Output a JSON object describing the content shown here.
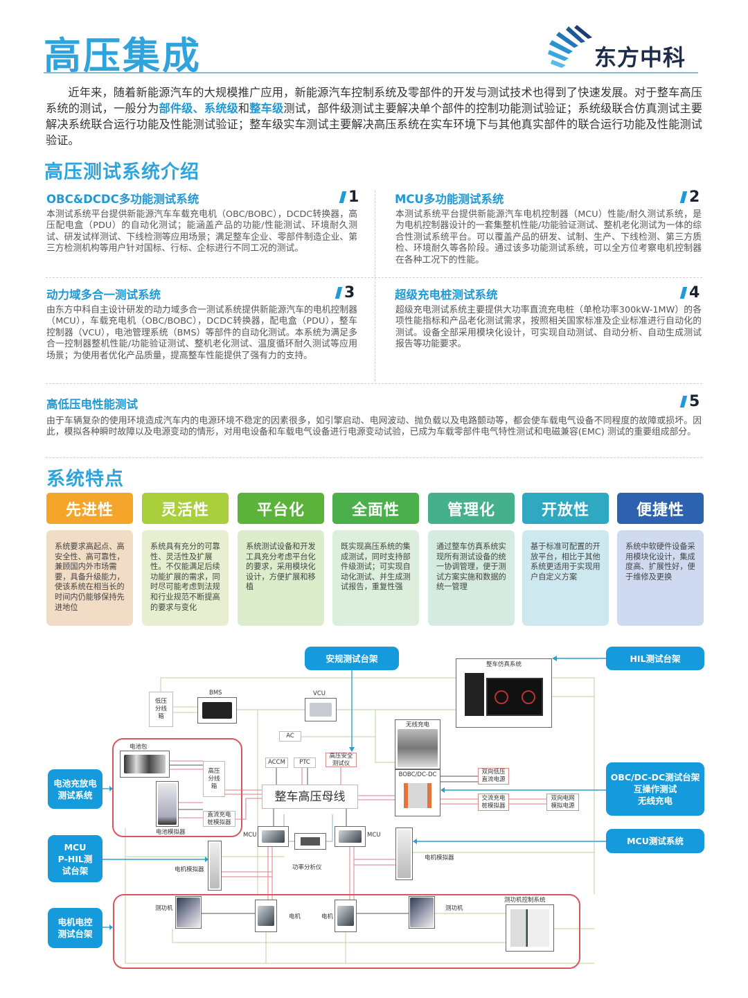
{
  "header": {
    "title": "高压集成",
    "brand": "东方中科"
  },
  "intro": {
    "p1": "近年来，随着新能源汽车的大规模推广应用，新能源汽车控制系统及零部件的开发与测试技术也得到了快速发展。对于整车高压系统的测试，一般分为",
    "hl1": "部件级、系统级",
    "mid": "和",
    "hl2": "整车级",
    "p2": "测试，部件级测试主要解决单个部件的控制功能测试验证；系统级联合仿真测试主要解决系统联合运行功能及性能测试验证；整车级实车测试主要解决高压系统在实车环境下与其他真实部件的联合运行功能及性能测试验证。"
  },
  "systems": {
    "heading": "高压测试系统介绍",
    "items": [
      {
        "title": "OBC&DCDC多功能测试系统",
        "num": "1",
        "body": "本测试系统平台提供新能源汽车车载充电机（OBC/BOBC），DCDC转换器，高压配电盒（PDU）的自动化测试；能涵盖产品的功能/性能测试、环境耐久测试、研发试样测试、下线检测等应用场景；满足整车企业、零部件制造企业、第三方检测机构等用户针对国标、行标、企标进行不同工况的测试。"
      },
      {
        "title": "MCU多功能测试系统",
        "num": "2",
        "body": "本测试系统平台提供新能源汽车电机控制器（MCU）性能/耐久测试系统，是为电机控制器设计的一套集整机性能/功能验证测试、整机老化测试为一体的综合性测试系统平台。可以覆盖产品的研发、试制、生产、下线检测、第三方质检、环境耐久等各阶段。通过该多功能测试系统，可以全方位考察电机控制器在各种工况下的性能。"
      },
      {
        "title": "动力域多合一测试系统",
        "num": "3",
        "body": "由东方中科自主设计研发的动力域多合一测试系统提供新能源汽车的电机控制器（MCU），车载充电机（OBC/BOBC），DCDC转换器，配电盒（PDU），整车控制器（VCU），电池管理系统（BMS）等部件的自动化测试。本系统为满足多合一控制器整机性能/功能验证测试、整机老化测试、温度循环耐久测试等应用场景；为使用者优化产品质量，提高整车性能提供了强有力的支持。"
      },
      {
        "title": "超级充电桩测试系统",
        "num": "4",
        "body": "超级充电测试系统主要提供大功率直流充电桩（单枪功率300kW-1MW）的各项性能指标和产品老化测试需求，按照相关国家标准及企业标准进行自动化的测试。设备全部采用模块化设计，可实现自动测试、自动分析、自动生成测试报告等功能要求。"
      },
      {
        "title": "高低压电性能测试",
        "num": "5",
        "body": "由于车辆复杂的使用环境造成汽车内的电源环境不稳定的因素很多，如引擎启动、电网波动、抛负载以及电路颤动等，都会使车载电气设备不同程度的故障或损坏。因此，模拟各种瞬时故障以及电源变动的情形，对用电设备和车载电气设备进行电源变动试验，已成为车载零部件电气特性测试和电磁兼容(EMC) 测试的重要组成部分。"
      }
    ]
  },
  "features": {
    "heading": "系统特点",
    "items": [
      {
        "title": "先进性",
        "body": "系统要求高起点、高安全性、高可靠性，兼顾国内外市场需要，具备升级能力，使该系统在相当长的时间内仍能够保持先进地位",
        "color": "#f4a62a",
        "bg": "#f1dcc6"
      },
      {
        "title": "灵活性",
        "body": "系统具有充分的可靠性、灵活性及扩展性。不仅能满足后续功能扩展的需求，同时尽可能考虑到法规和行业规范不断提高的要求与变化",
        "color": "#a9cf3c",
        "bg": "#e7efd0"
      },
      {
        "title": "平台化",
        "body": "系统测试设备和开发工具充分考虑平台化的要求，采用模块化设计，方便扩展和移植",
        "color": "#5cb33b",
        "bg": "#dcedcc"
      },
      {
        "title": "全面性",
        "body": "既实现高压系统的集成测试，同时支持部件级测试；可实现自动化测试、并生成测试报告，重复性强",
        "color": "#4bb04c",
        "bg": "#dcefdc"
      },
      {
        "title": "管理化",
        "body": "通过整车仿真系统实现所有测试设备的统一协调管理，便于测试方案实施和数据的统一管理",
        "color": "#45b08c",
        "bg": "#d5ebe1"
      },
      {
        "title": "开放性",
        "body": "基于标准可配置的开放平台，相比于其他系统更适用于实现用户自定义方案",
        "color": "#2fa8c2",
        "bg": "#cde8ee"
      },
      {
        "title": "便捷性",
        "body": "系统中软硬件设备采用模块化设计，集成度高、扩展性好，便于维修及更换",
        "color": "#2d62ae",
        "bg": "#cfd9ef"
      }
    ]
  },
  "diagram": {
    "pills": {
      "safety": "安规测试台架",
      "hil": "HIL测试台架",
      "obc": [
        "OBC/DC-DC测试台架",
        "互操作测试",
        "无线充电"
      ],
      "mcu_sys": "MCU测试系统",
      "battery": [
        "电池充放电",
        "测试系统"
      ],
      "phil": [
        "MCU",
        "P-HIL测",
        "试台架"
      ],
      "motor": [
        "电机电控",
        "测试台架"
      ]
    },
    "nodes": {
      "lv_box": [
        "低压",
        "分线",
        "箱"
      ],
      "bms": "BMS",
      "vcu": "VCU",
      "ac": "AC",
      "accm": "ACCM",
      "ptc": "PTC",
      "hv_safety": [
        "高压安全",
        "测试仪"
      ],
      "bus": "整车高压母线",
      "battery_pack": "电池包",
      "hv_box": [
        "高压",
        "分线",
        "箱"
      ],
      "battery_sim": "电池模拟器",
      "dc_pile": [
        "直流充电",
        "桩模拟器"
      ],
      "vehicle_sim": "整车仿真系统",
      "wireless": "无线充电",
      "bobc": "BOBC/DC-DC",
      "bi_lv": [
        "双向低压",
        "直流电源"
      ],
      "ac_pile": [
        "交流充电",
        "桩模拟器"
      ],
      "grid": [
        "双向电网",
        "模拟电源"
      ],
      "mcu": "MCU",
      "power_analyzer": "功率分析仪",
      "motor_sim": "电机模拟器",
      "dyno": "测功机",
      "motor": "电机",
      "dyno_ctrl": "测功机控制系统"
    }
  }
}
